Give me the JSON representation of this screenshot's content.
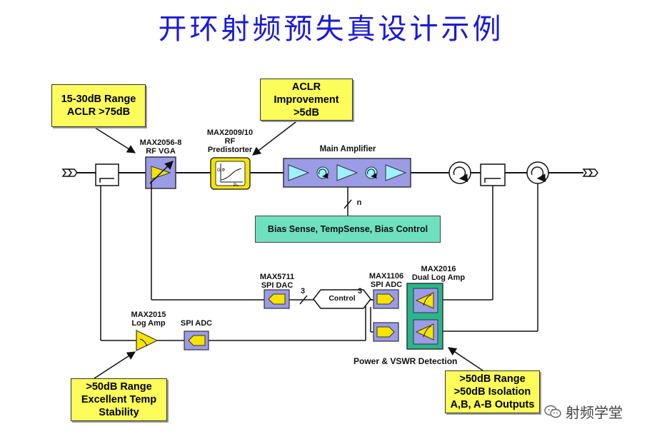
{
  "title": "开环射频预失真设计示例",
  "callouts": {
    "vga_range": [
      "15-30dB Range",
      "ACLR >75dB"
    ],
    "aclr": [
      "ACLR",
      "Improvement",
      ">5dB"
    ],
    "log_range": [
      ">50dB Range",
      "Excellent Temp",
      "Stability"
    ],
    "dual_range": [
      ">50dB Range",
      ">50dB Isolation",
      "A,B, A-B Outputs"
    ]
  },
  "labels": {
    "vga": [
      "MAX2056-8",
      "RF VGA"
    ],
    "predistorter": [
      "MAX2009/10",
      "RF",
      "Predistorter"
    ],
    "main_amp": "Main Amplifier",
    "n": "n",
    "bias": "Bias Sense, TempSense, Bias Control",
    "dac": [
      "MAX5711",
      "SPI DAC"
    ],
    "control": "Control",
    "adc1106": [
      "MAX1106",
      "SPI ADC"
    ],
    "dual_log": [
      "MAX2016",
      "Dual Log Amp"
    ],
    "log_amp": [
      "MAX2015",
      "Log Amp"
    ],
    "spi_adc": "SPI ADC",
    "bus3_left": "3",
    "bus3_right": "3",
    "power_vswr": "Power & VSWR Detection"
  },
  "watermark": "射频学堂",
  "colors": {
    "title": "#1a1ad6",
    "callout": "#fcfc5a",
    "block": "#9b9be6",
    "chip": "#f5e400",
    "bias": "#6fe0bf",
    "dual_box": "#2ab68c"
  }
}
